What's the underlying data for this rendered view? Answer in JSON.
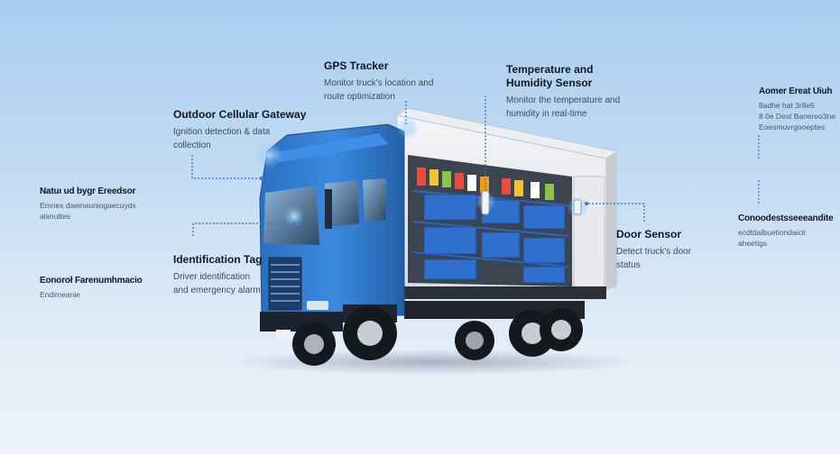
{
  "labels": {
    "gps": {
      "title": "GPS Tracker",
      "desc1": "Monitor truck's location and",
      "desc2": "route optimization"
    },
    "temp": {
      "title1": "Temperature and",
      "title2": "Humidity Sensor",
      "desc1": "Monitor the temperature and",
      "desc2": "humidity in real-time"
    },
    "gateway": {
      "title": "Outdoor Cellular Gateway",
      "desc1": "Ignition detection & data",
      "desc2": "collection"
    },
    "idtag": {
      "title": "Identification Tag",
      "desc1": "Driver identification",
      "desc2": "and emergency alarm"
    },
    "door": {
      "title": "Door Sensor",
      "desc1": "Detect truck's door",
      "desc2": "status"
    },
    "left_blur_1": {
      "title": "Natuı ud bygr Ereedsor",
      "desc1": "Emnex daeinauniogaecuyds",
      "desc2": "alsnuttes"
    },
    "left_blur_2": {
      "title": "Eonoroł Farenumhmacio",
      "desc1": "Endimeanie"
    },
    "right_blur_1": {
      "title": "Aomer Ereat Uiuh",
      "desc1": "8adhe hat 3r8e5",
      "desc2": "8 0e Dest Banereo3ne",
      "desc3": "Eoesmuvrgooeptes"
    },
    "right_blur_2": {
      "title": "Conoodestsseeeandite",
      "desc1": "ecdtdalbuetiondaiclr",
      "desc2": "aheetigs"
    }
  },
  "colors": {
    "cab_blue": "#2f78c9",
    "leader_line": "#3a7fd0",
    "sensor_glow": "#6fb8f5"
  }
}
